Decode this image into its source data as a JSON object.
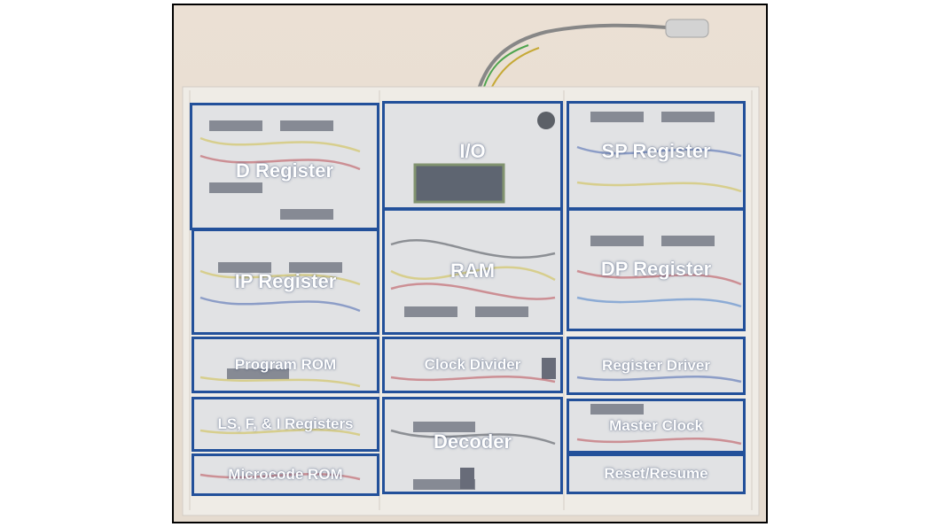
{
  "regions": {
    "d_register": "D Register",
    "io": "I/O",
    "sp_register": "SP Register",
    "ip_register": "IP Register",
    "ram": "RAM",
    "dp_register": "DP Register",
    "program_rom": "Program ROM",
    "clock_divider": "Clock Divider",
    "register_driver": "Register Driver",
    "ls_f_i_registers": "LS, F, & I Registers",
    "decoder": "Decoder",
    "master_clock": "Master Clock",
    "microcode_rom": "Microcode ROM",
    "reset_resume": "Reset/Resume"
  },
  "colors": {
    "region_border": "#22509a",
    "label_text": "#ffffff",
    "frame_border": "#000000",
    "background_table": "#e6dacd"
  }
}
